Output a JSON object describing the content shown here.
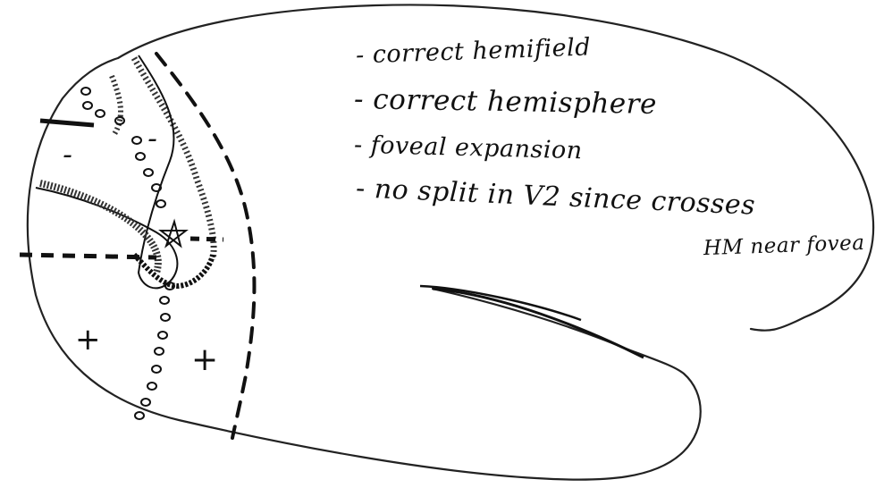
{
  "notes": [
    "- correct hemifield",
    "- correct hemisphere",
    "- foveal expansion",
    "- no split in V2 since crosses",
    "HM near fovea"
  ],
  "signs": {
    "minus_1": "-",
    "minus_2": "-",
    "plus_left": "+",
    "plus_right": "+"
  }
}
